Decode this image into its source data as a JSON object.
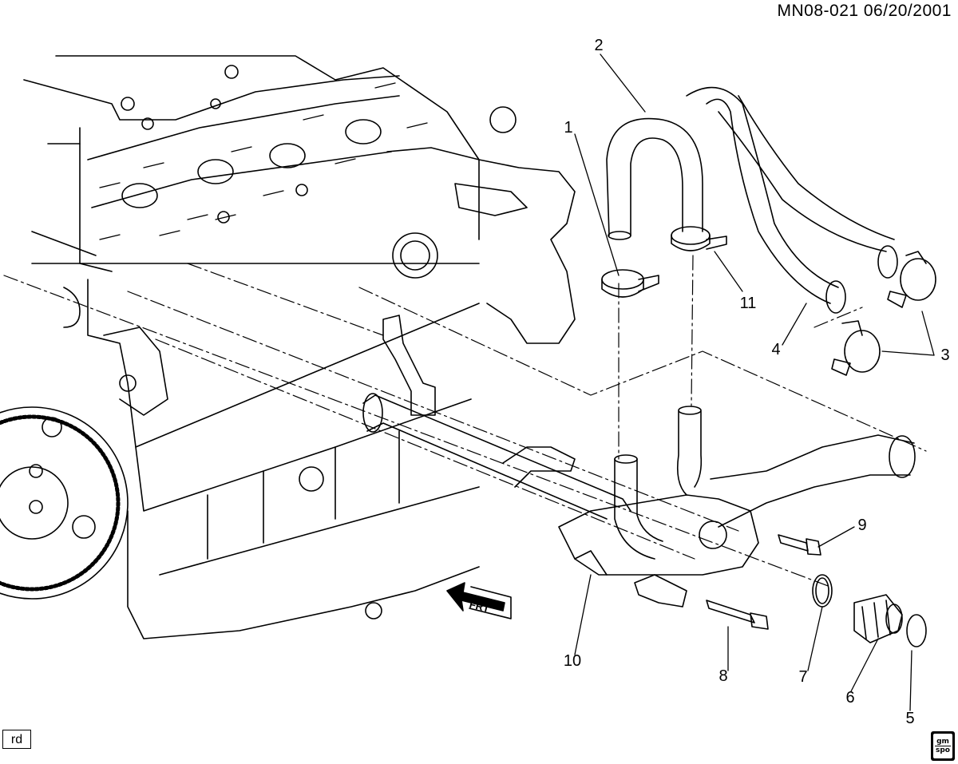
{
  "header": {
    "code": "MN08-021  06/20/2001"
  },
  "callouts": [
    {
      "id": "1",
      "label": "1"
    },
    {
      "id": "2",
      "label": "2"
    },
    {
      "id": "3",
      "label": "3"
    },
    {
      "id": "4",
      "label": "4"
    },
    {
      "id": "5",
      "label": "5"
    },
    {
      "id": "6",
      "label": "6"
    },
    {
      "id": "7",
      "label": "7"
    },
    {
      "id": "8",
      "label": "8"
    },
    {
      "id": "9",
      "label": "9"
    },
    {
      "id": "10",
      "label": "10"
    },
    {
      "id": "11",
      "label": "11"
    }
  ],
  "direction_marker": {
    "label": "FRT"
  },
  "corner_box": {
    "label": "rd"
  },
  "logo": {
    "line1": "gm",
    "line2": "spo"
  },
  "colors": {
    "ink": "#000000",
    "paper": "#ffffff"
  }
}
